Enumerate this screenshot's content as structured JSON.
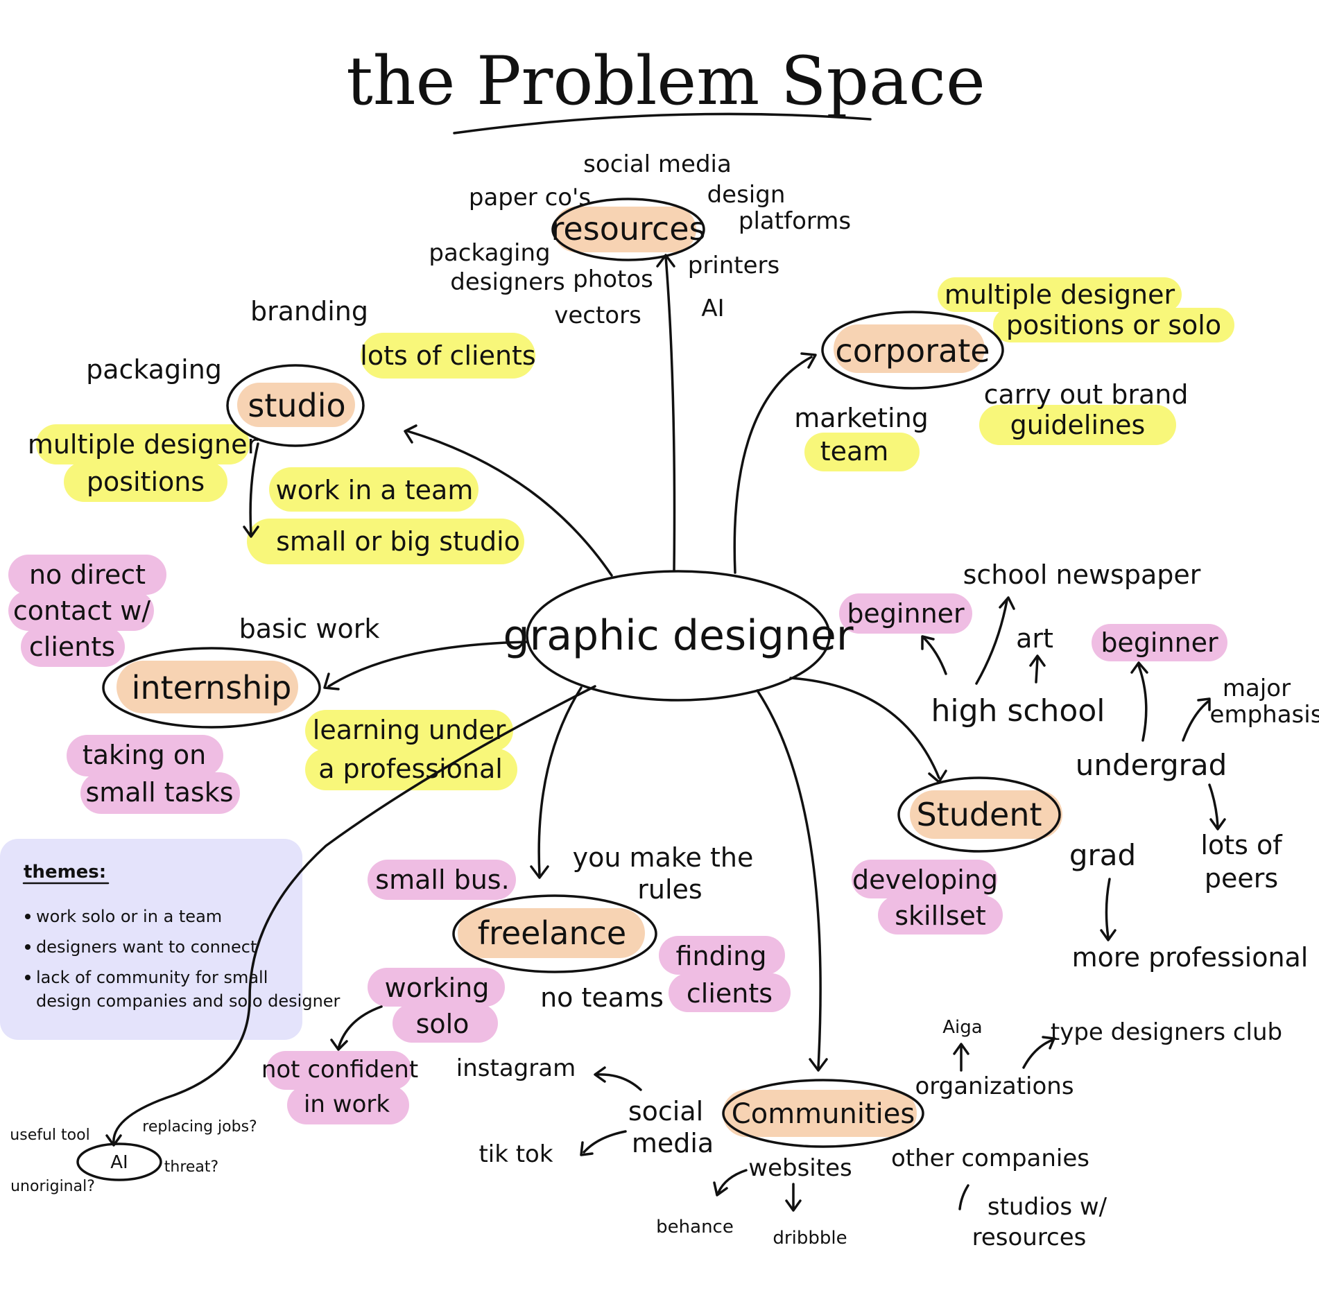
{
  "title": "the Problem Space",
  "center": "graphic designer",
  "nodes": {
    "resources": "resources",
    "corporate": "corporate",
    "studio": "studio",
    "internship": "internship",
    "freelance": "freelance",
    "student": "Student",
    "communities": "Communities",
    "ai": "AI"
  },
  "resources": {
    "social_media": "social media",
    "paper_cos": "paper co's",
    "design": "design",
    "platforms": "platforms",
    "packaging": "packaging",
    "designers": "designers",
    "photos": "photos",
    "vectors": "vectors",
    "printers": "printers",
    "ai": "AI"
  },
  "corporate": {
    "multi1": "multiple designer",
    "multi2": "positions or solo",
    "marketing1": "marketing",
    "marketing2": "team",
    "carry1": "carry out brand",
    "carry2": "guidelines"
  },
  "studio": {
    "branding": "branding",
    "packaging": "packaging",
    "clients": "lots of clients",
    "multi1": "multiple designer",
    "multi2": "positions",
    "team": "work in a team",
    "size": "small or big studio"
  },
  "internship": {
    "nodirect1": "no direct",
    "nodirect2": "contact w/",
    "nodirect3": "clients",
    "basic": "basic work",
    "learning1": "learning under",
    "learning2": "a professional",
    "taking1": "taking on",
    "taking2": "small tasks"
  },
  "student": {
    "newspaper": "school newspaper",
    "beginner1": "beginner",
    "art": "art",
    "beginner2": "beginner",
    "highschool": "high school",
    "major1": "major",
    "major2": "emphasis",
    "undergrad": "undergrad",
    "grad": "grad",
    "peers1": "lots of",
    "peers2": "peers",
    "developing1": "developing",
    "developing2": "skillset",
    "professional": "more professional"
  },
  "freelance": {
    "smallbus": "small bus.",
    "rules1": "you make the",
    "rules2": "rules",
    "working1": "working",
    "working2": "solo",
    "finding1": "finding",
    "finding2": "clients",
    "noteams": "no teams",
    "confident1": "not confident",
    "confident2": "in work"
  },
  "communities": {
    "instagram": "instagram",
    "social1": "social",
    "social2": "media",
    "tiktok": "tik tok",
    "websites": "websites",
    "behance": "behance",
    "dribbble": "dribbble",
    "aiga": "Aiga",
    "organizations": "organizations",
    "tdc": "type designers club",
    "other": "other companies",
    "studios1": "studios w/",
    "studios2": "resources"
  },
  "ai": {
    "useful": "useful tool",
    "replacing": "replacing jobs?",
    "threat": "threat?",
    "unoriginal": "unoriginal?"
  },
  "themes": {
    "heading": "themes:",
    "items": [
      "work solo or in a team",
      "designers want to connect",
      "lack of community for small",
      "design companies and solo designer"
    ]
  },
  "colors": {
    "orange": "#f7d3b3",
    "yellow": "#f8f77a",
    "pink": "#efbde3",
    "lavender": "#e4e3fb",
    "ink": "#111111"
  }
}
